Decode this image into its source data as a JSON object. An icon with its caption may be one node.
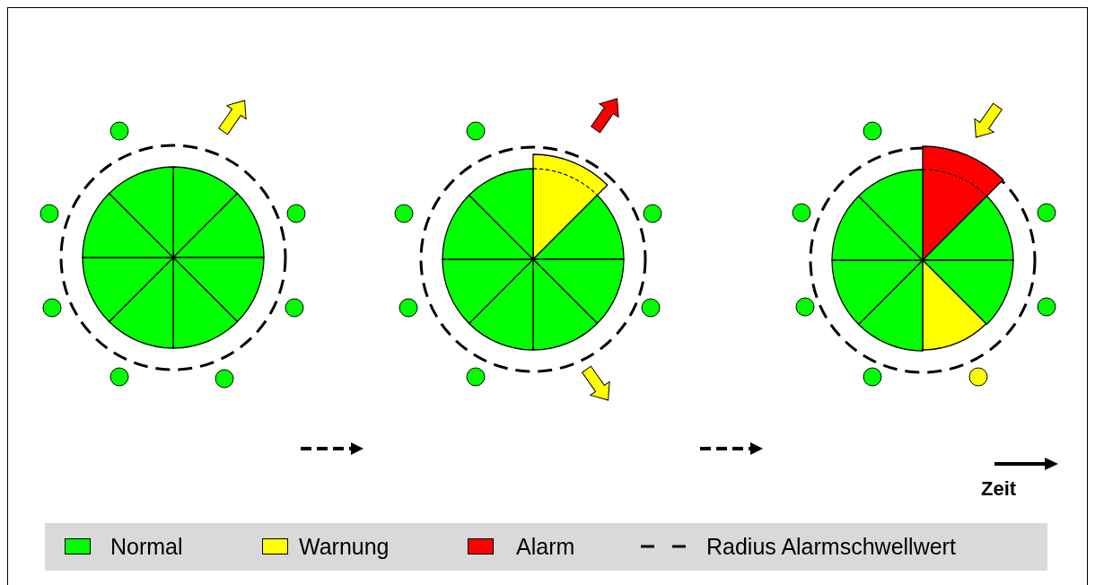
{
  "diagram": {
    "labels": [
      "Zeit"
    ],
    "legend": [
      {
        "text": "Normal",
        "color": "#00ff00"
      },
      {
        "text": "Warnung",
        "color": "#ffff00"
      },
      {
        "text": "Alarm",
        "color": "#ff0000"
      },
      {
        "text": "Radius Alarmschwellwert"
      }
    ]
  }
}
